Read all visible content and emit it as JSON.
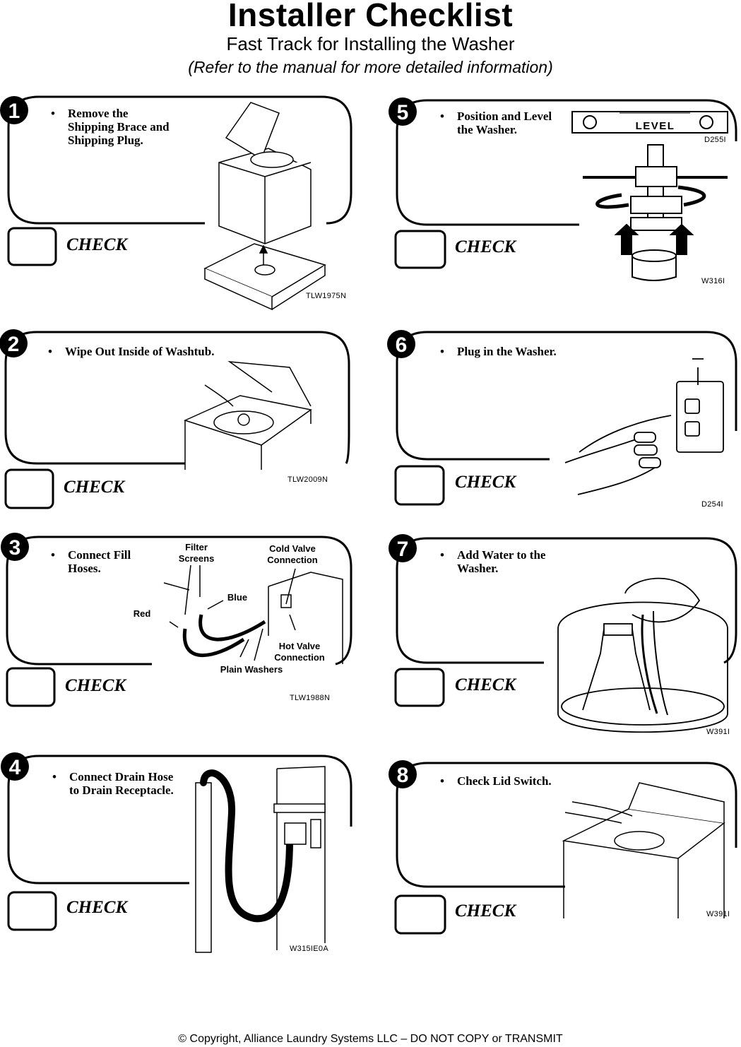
{
  "header": {
    "title": "Installer Checklist",
    "subtitle": "Fast Track for Installing the Washer",
    "note": "(Refer to the manual for more detailed information)"
  },
  "check_label": "CHECK",
  "steps": [
    {
      "number": "1",
      "lines": [
        "Remove the",
        "Shipping Brace and",
        "Shipping Plug."
      ],
      "figure_code": "TLW1975N"
    },
    {
      "number": "2",
      "lines": [
        "Wipe Out Inside of Washtub."
      ],
      "figure_code": "TLW2009N"
    },
    {
      "number": "3",
      "lines": [
        "Connect Fill",
        "Hoses."
      ],
      "figure_code": "TLW1988N",
      "callouts": {
        "filter_screens": "Filter Screens",
        "cold_valve": "Cold Valve Connection",
        "blue": "Blue",
        "red": "Red",
        "hot_valve": "Hot Valve Connection",
        "plain_washers": "Plain Washers"
      }
    },
    {
      "number": "4",
      "lines": [
        "Connect Drain Hose",
        "to Drain Receptacle."
      ],
      "figure_code": "W315IE0A"
    },
    {
      "number": "5",
      "lines": [
        "Position and Level",
        "the Washer."
      ],
      "figure_code": "W316I",
      "level_code": "D255I",
      "level_label": "LEVEL"
    },
    {
      "number": "6",
      "lines": [
        "Plug in the Washer."
      ],
      "figure_code": "D254I"
    },
    {
      "number": "7",
      "lines": [
        "Add Water to the",
        "Washer."
      ],
      "figure_code": "W391I"
    },
    {
      "number": "8",
      "lines": [
        "Check Lid Switch."
      ],
      "figure_code": "W391I"
    }
  ],
  "footer": "© Copyright, Alliance Laundry Systems LLC – DO NOT COPY or TRANSMIT"
}
